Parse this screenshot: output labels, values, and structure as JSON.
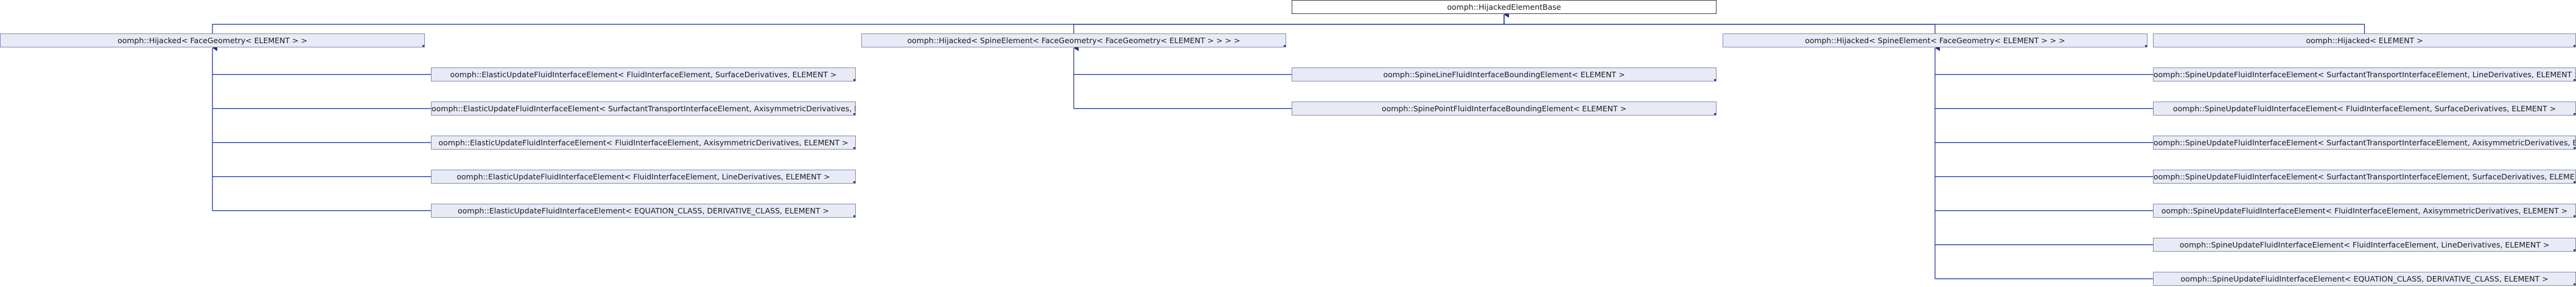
{
  "nodes": {
    "root": "oomph::HijackedElementBase",
    "hij_face": "oomph::Hijacked< FaceGeometry< ELEMENT > >",
    "hij_spine_face_face": "oomph::Hijacked< SpineElement< FaceGeometry< FaceGeometry< ELEMENT > > > >",
    "hij_spine_face": "oomph::Hijacked< SpineElement< FaceGeometry< ELEMENT > > >",
    "hij_element": "oomph::Hijacked< ELEMENT >",
    "e1": "oomph::ElasticUpdateFluidInterfaceElement< FluidInterfaceElement, SurfaceDerivatives, ELEMENT >",
    "e2": "oomph::ElasticUpdateFluidInterfaceElement< SurfactantTransportInterfaceElement, AxisymmetricDerivatives, ELEMENT >",
    "e3": "oomph::ElasticUpdateFluidInterfaceElement< FluidInterfaceElement, AxisymmetricDerivatives, ELEMENT >",
    "e4": "oomph::ElasticUpdateFluidInterfaceElement< FluidInterfaceElement, LineDerivatives, ELEMENT >",
    "e5": "oomph::ElasticUpdateFluidInterfaceElement< EQUATION_CLASS, DERIVATIVE_CLASS, ELEMENT >",
    "b1": "oomph::SpineLineFluidInterfaceBoundingElement< ELEMENT >",
    "b2": "oomph::SpinePointFluidInterfaceBoundingElement< ELEMENT >",
    "s1": "oomph::SpineUpdateFluidInterfaceElement< SurfactantTransportInterfaceElement, LineDerivatives, ELEMENT >",
    "s2": "oomph::SpineUpdateFluidInterfaceElement< FluidInterfaceElement, SurfaceDerivatives, ELEMENT >",
    "s3": "oomph::SpineUpdateFluidInterfaceElement< SurfactantTransportInterfaceElement, AxisymmetricDerivatives, ELEMENT >",
    "s4": "oomph::SpineUpdateFluidInterfaceElement< SurfactantTransportInterfaceElement, SurfaceDerivatives, ELEMENT >",
    "s5": "oomph::SpineUpdateFluidInterfaceElement< FluidInterfaceElement, AxisymmetricDerivatives, ELEMENT >",
    "s6": "oomph::SpineUpdateFluidInterfaceElement< FluidInterfaceElement, LineDerivatives, ELEMENT >",
    "s7": "oomph::SpineUpdateFluidInterfaceElement< EQUATION_CLASS, DERIVATIVE_CLASS, ELEMENT >"
  },
  "edges": [
    {
      "child": "hij_face",
      "parent": "root"
    },
    {
      "child": "hij_spine_face_face",
      "parent": "root"
    },
    {
      "child": "hij_spine_face",
      "parent": "root"
    },
    {
      "child": "hij_element",
      "parent": "root"
    },
    {
      "child": "e1",
      "parent": "hij_face"
    },
    {
      "child": "e2",
      "parent": "hij_face"
    },
    {
      "child": "e3",
      "parent": "hij_face"
    },
    {
      "child": "e4",
      "parent": "hij_face"
    },
    {
      "child": "e5",
      "parent": "hij_face"
    },
    {
      "child": "b1",
      "parent": "hij_spine_face_face"
    },
    {
      "child": "b2",
      "parent": "hij_spine_face_face"
    },
    {
      "child": "s1",
      "parent": "hij_spine_face"
    },
    {
      "child": "s2",
      "parent": "hij_spine_face"
    },
    {
      "child": "s3",
      "parent": "hij_spine_face"
    },
    {
      "child": "s4",
      "parent": "hij_spine_face"
    },
    {
      "child": "s5",
      "parent": "hij_spine_face"
    },
    {
      "child": "s6",
      "parent": "hij_spine_face"
    },
    {
      "child": "s7",
      "parent": "hij_spine_face"
    }
  ],
  "colors": {
    "edge": "#1c2d7f",
    "node_fill": "#e8ebf6",
    "node_border": "#848ab8"
  }
}
